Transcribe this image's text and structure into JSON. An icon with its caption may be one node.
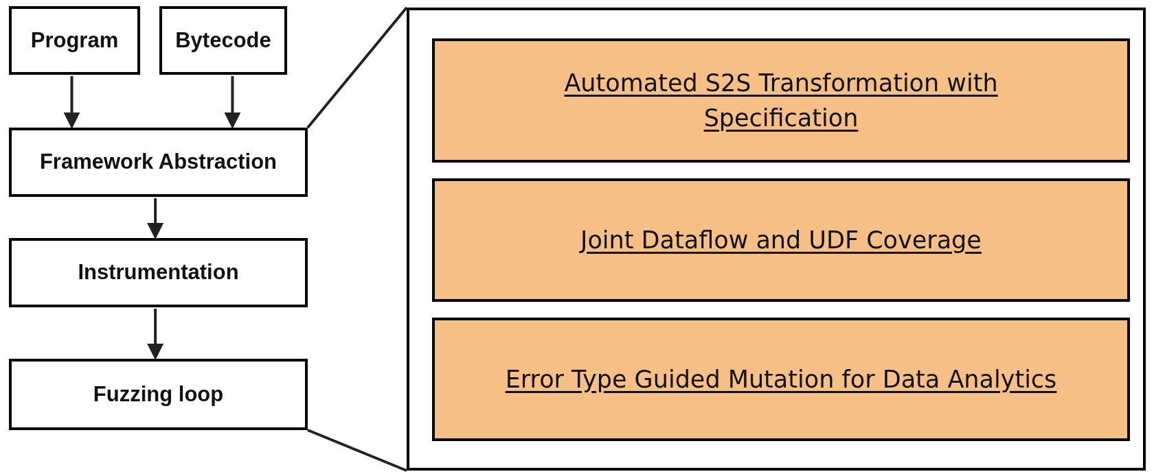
{
  "diagram": {
    "nodes": [
      {
        "text": [
          "Program"
        ]
      },
      {
        "text": [
          "Bytecode"
        ]
      },
      {
        "text": [
          "Framework Abstraction"
        ]
      },
      {
        "text": [
          "Instrumentation"
        ]
      },
      {
        "text": [
          "Fuzzing loop"
        ]
      },
      {
        "text": [],
        "shape": "box"
      },
      {
        "text": [
          "Automated S2S Transformation with Specification"
        ],
        "in": 5
      },
      {
        "text": [
          "Joint Dataflow and UDF Coverage"
        ],
        "in": 5
      },
      {
        "text": [
          "Error Type Guided Mutation for Data Analytics"
        ],
        "in": 5
      }
    ],
    "edges": [
      {
        "from": 0,
        "to": 2,
        "arrow": "to"
      },
      {
        "from": 1,
        "to": 2,
        "arrow": "to"
      },
      {
        "from": 2,
        "to": 3,
        "arrow": "to"
      },
      {
        "from": 3,
        "to": 4,
        "arrow": "to"
      },
      {
        "from": 2,
        "to": 5,
        "arrow": "none"
      },
      {
        "from": 4,
        "to": 5,
        "arrow": "none"
      }
    ]
  }
}
